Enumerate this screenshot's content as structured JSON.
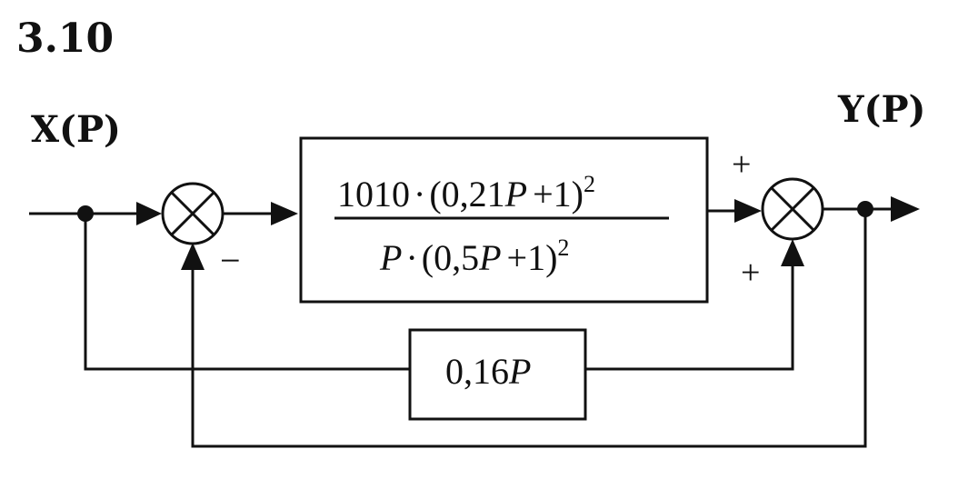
{
  "figure": {
    "number": "3.10"
  },
  "signals": {
    "input": "X(P)",
    "output": "Y(P)"
  },
  "forward_block": {
    "numerator": {
      "gain": "1010",
      "dot": "·",
      "open": "(0,21",
      "var": "P",
      "rest": "+1)",
      "exp": "2"
    },
    "denominator": {
      "var1": "P",
      "dot": "·",
      "open": "(0,5",
      "var2": "P",
      "rest": "+1)",
      "exp": "2"
    }
  },
  "feedforward_block": {
    "coef": "0,16",
    "var": "P"
  },
  "signs": {
    "sum1_feedback": "−",
    "sum2_top": "+",
    "sum2_bottom": "+"
  }
}
